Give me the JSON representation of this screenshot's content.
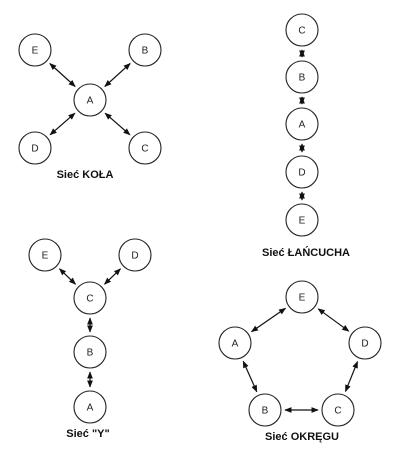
{
  "networks": [
    {
      "id": "kola",
      "caption": "Sieć KOŁA",
      "nodes": [
        {
          "id": "A",
          "label": "A"
        },
        {
          "id": "B",
          "label": "B"
        },
        {
          "id": "C",
          "label": "C"
        },
        {
          "id": "D",
          "label": "D"
        },
        {
          "id": "E",
          "label": "E"
        }
      ],
      "edges": [
        [
          "A",
          "E"
        ],
        [
          "A",
          "B"
        ],
        [
          "A",
          "D"
        ],
        [
          "A",
          "C"
        ]
      ]
    },
    {
      "id": "lancucha",
      "caption": "Sieć ŁAŃCUCHA",
      "nodes": [
        {
          "id": "C",
          "label": "C"
        },
        {
          "id": "B",
          "label": "B"
        },
        {
          "id": "A",
          "label": "A"
        },
        {
          "id": "D",
          "label": "D"
        },
        {
          "id": "E",
          "label": "E"
        }
      ],
      "edges": [
        [
          "C",
          "B"
        ],
        [
          "B",
          "A"
        ],
        [
          "A",
          "D"
        ],
        [
          "D",
          "E"
        ]
      ]
    },
    {
      "id": "y",
      "caption": "Sieć \"Y\"",
      "nodes": [
        {
          "id": "E",
          "label": "E"
        },
        {
          "id": "D",
          "label": "D"
        },
        {
          "id": "C",
          "label": "C"
        },
        {
          "id": "B",
          "label": "B"
        },
        {
          "id": "A",
          "label": "A"
        }
      ],
      "edges": [
        [
          "E",
          "C"
        ],
        [
          "D",
          "C"
        ],
        [
          "C",
          "B"
        ],
        [
          "B",
          "A"
        ]
      ]
    },
    {
      "id": "okregu",
      "caption": "Sieć OKRĘGU",
      "nodes": [
        {
          "id": "E",
          "label": "E"
        },
        {
          "id": "A",
          "label": "A"
        },
        {
          "id": "D",
          "label": "D"
        },
        {
          "id": "B",
          "label": "B"
        },
        {
          "id": "C",
          "label": "C"
        }
      ],
      "edges": [
        [
          "E",
          "A"
        ],
        [
          "E",
          "D"
        ],
        [
          "A",
          "B"
        ],
        [
          "D",
          "C"
        ],
        [
          "B",
          "C"
        ]
      ]
    }
  ]
}
